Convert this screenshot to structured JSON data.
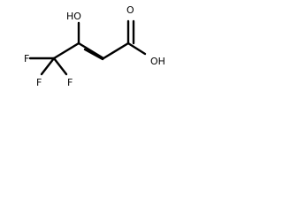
{
  "molecule": {
    "atoms": {
      "hydroxyl": "HO",
      "carbonyl_oxygen": "O",
      "acid_hydroxyl": "OH",
      "fluorine_left": "F",
      "fluorine_right": "F",
      "fluorine_bottom": "F"
    }
  },
  "colors": {
    "bond": "#000000",
    "text": "#000000",
    "background": "#ffffff"
  }
}
